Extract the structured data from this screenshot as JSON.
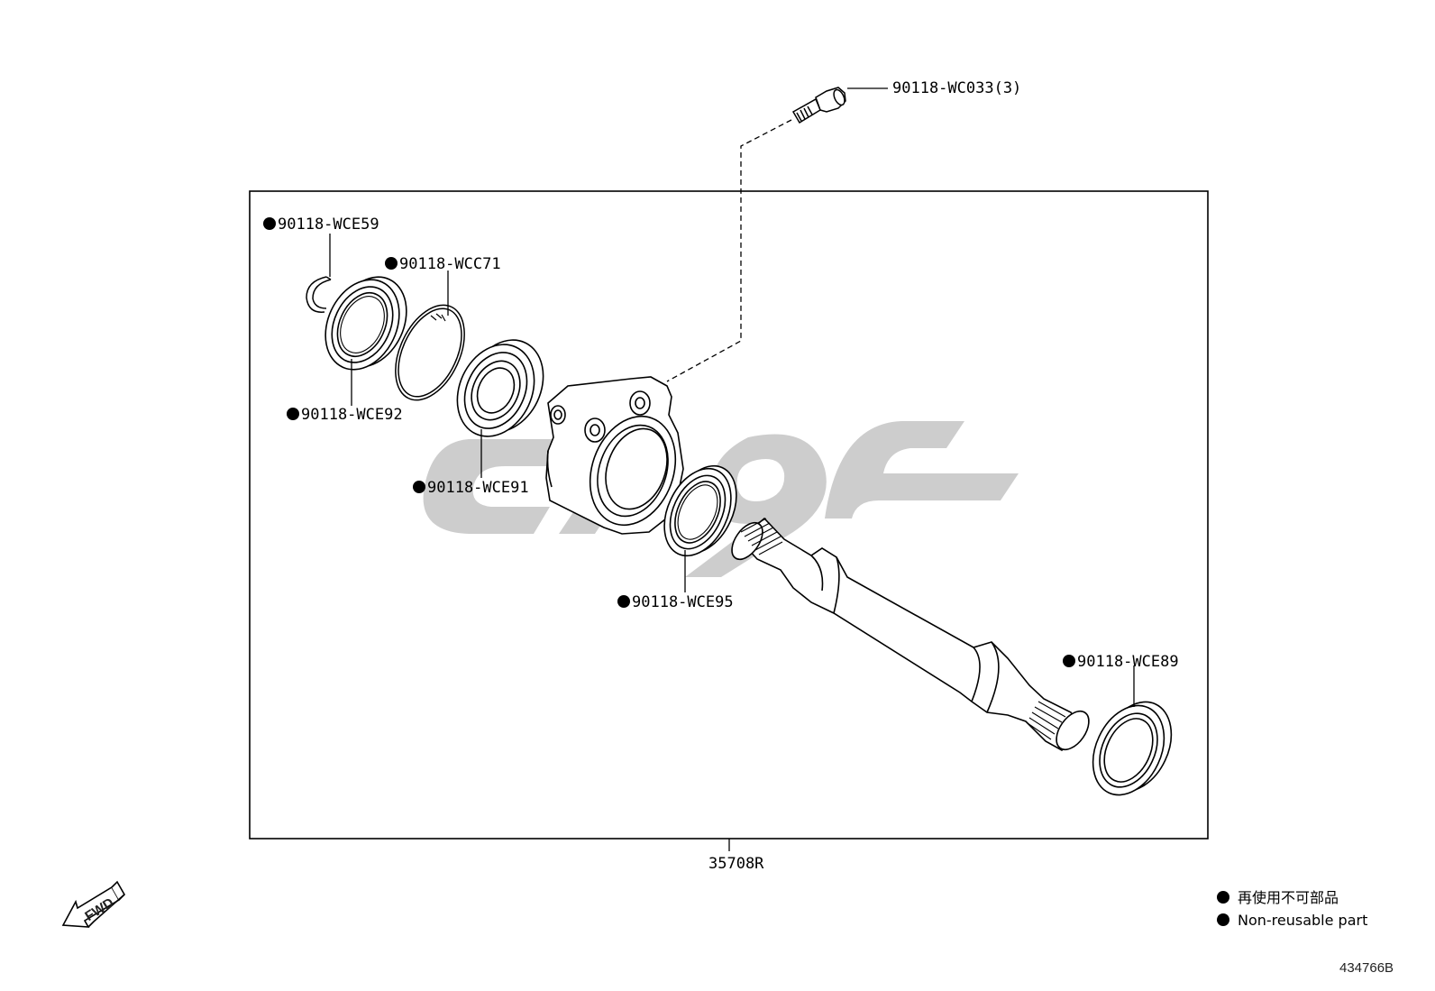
{
  "callouts": {
    "bolt": "90118-WC033(3)",
    "snap_ring": "90118-WCE59",
    "hole_snap_ring": "90118-WCC71",
    "oil_seal": "90118-WCE92",
    "bearing": "90118-WCE91",
    "inner_seal": "90118-WCE95",
    "outer_seal": "90118-WCE89",
    "assembly": "35708R"
  },
  "legend": {
    "japanese": "再使用不可部品",
    "english": "Non-reusable part"
  },
  "fwd_label": "FWD",
  "illustration_id": "434766B",
  "colors": {
    "line": "#000000",
    "watermark": "#c8c8c8",
    "background": "#ffffff"
  }
}
